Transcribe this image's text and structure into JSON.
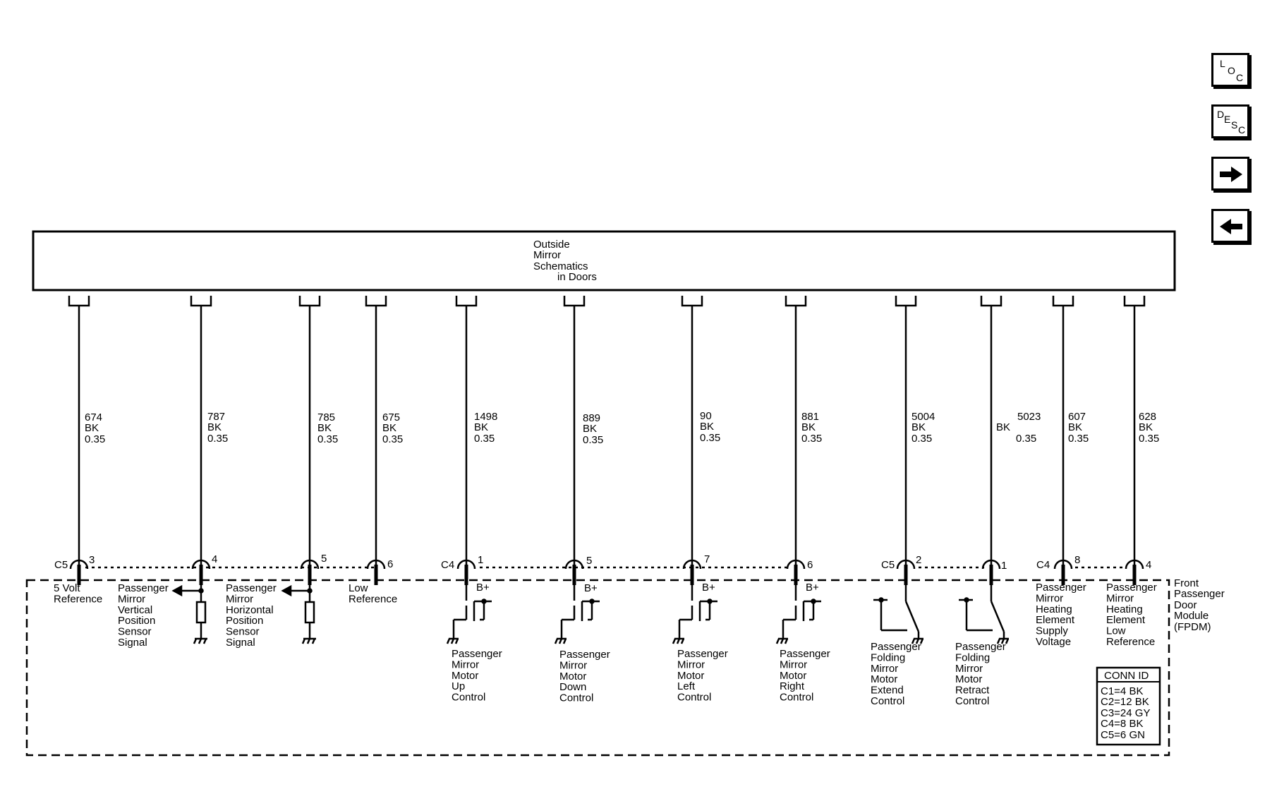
{
  "module_box": {
    "lines": [
      "Outside",
      "Mirror",
      "Schematics",
      "in Doors"
    ]
  },
  "wires": [
    {
      "circuit": "674",
      "color": "BK",
      "size": "0.35",
      "connector": "C5",
      "pin": "3"
    },
    {
      "circuit": "787",
      "color": "BK",
      "size": "0.35",
      "connector": "",
      "pin": "4"
    },
    {
      "circuit": "785",
      "color": "BK",
      "size": "0.35",
      "connector": "",
      "pin": "5"
    },
    {
      "circuit": "675",
      "color": "BK",
      "size": "0.35",
      "connector": "",
      "pin": "6"
    },
    {
      "circuit": "1498",
      "color": "BK",
      "size": "0.35",
      "connector": "C4",
      "pin": "1"
    },
    {
      "circuit": "889",
      "color": "BK",
      "size": "0.35",
      "connector": "",
      "pin": "5"
    },
    {
      "circuit": "90",
      "color": "BK",
      "size": "0.35",
      "connector": "",
      "pin": "7"
    },
    {
      "circuit": "881",
      "color": "BK",
      "size": "0.35",
      "connector": "",
      "pin": "6"
    },
    {
      "circuit": "5004",
      "color": "BK",
      "size": "0.35",
      "connector": "C5",
      "pin": "2"
    },
    {
      "circuit": "5023",
      "color": "BK",
      "size": "0.35",
      "connector": "",
      "pin": "1"
    },
    {
      "circuit": "607",
      "color": "BK",
      "size": "0.35",
      "connector": "C4",
      "pin": "8"
    },
    {
      "circuit": "628",
      "color": "BK",
      "size": "0.35",
      "connector": "",
      "pin": "4"
    }
  ],
  "b_plus": "B+",
  "functions": [
    [
      "5 Volt",
      "Reference"
    ],
    [
      "Passenger",
      "Mirror",
      "Vertical",
      "Position",
      "Sensor",
      "Signal"
    ],
    [
      "Passenger",
      "Mirror",
      "Horizontal",
      "Position",
      "Sensor",
      "Signal"
    ],
    [
      "Low",
      "Reference"
    ],
    [
      "Passenger",
      "Mirror",
      "Motor",
      "Up",
      "Control"
    ],
    [
      "Passenger",
      "Mirror",
      "Motor",
      "Down",
      "Control"
    ],
    [
      "Passenger",
      "Mirror",
      "Motor",
      "Left",
      "Control"
    ],
    [
      "Passenger",
      "Mirror",
      "Motor",
      "Right",
      "Control"
    ],
    [
      "Passenger",
      "Folding",
      "Mirror",
      "Motor",
      "Extend",
      "Control"
    ],
    [
      "Passenger",
      "Folding",
      "Mirror",
      "Motor",
      "Retract",
      "Control"
    ],
    [
      "Passenger",
      "Mirror",
      "Heating",
      "Element",
      "Supply",
      "Voltage"
    ],
    [
      "Passenger",
      "Mirror",
      "Heating",
      "Element",
      "Low",
      "Reference"
    ]
  ],
  "fpdm": {
    "lines": [
      "Front",
      "Passenger",
      "Door",
      "Module",
      "(FPDM)"
    ]
  },
  "conn_id": {
    "title": "CONN ID",
    "rows": [
      "C1=4 BK",
      "C2=12 BK",
      "C3=24 GY",
      "C4=8 BK",
      "C5=6 GN"
    ]
  },
  "nav": {
    "loc": [
      "L",
      "O",
      "C"
    ],
    "desc": [
      "D",
      "E",
      "S",
      "C"
    ]
  }
}
